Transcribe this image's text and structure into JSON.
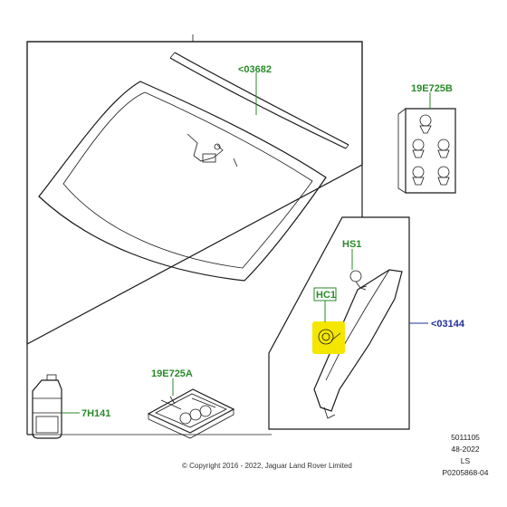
{
  "labels": {
    "glass_trim": "<03682",
    "clips_kit": "19E725B",
    "clip_hs": "HS1",
    "clip_hc": "HC1",
    "pillar_trim": "<03144",
    "adhesive_kit": "19E725A",
    "fluid": "7H141"
  },
  "reference": {
    "line1": "5011105",
    "line2": "48-2022",
    "line3": "LS",
    "line4": "P0205868-04"
  },
  "copyright": "© Copyright 2016 - 2022, Jaguar Land Rover Limited",
  "colors": {
    "green_label": "#2a8a2a",
    "blue_label": "#1f2f9a",
    "highlight": "#f5e600"
  }
}
